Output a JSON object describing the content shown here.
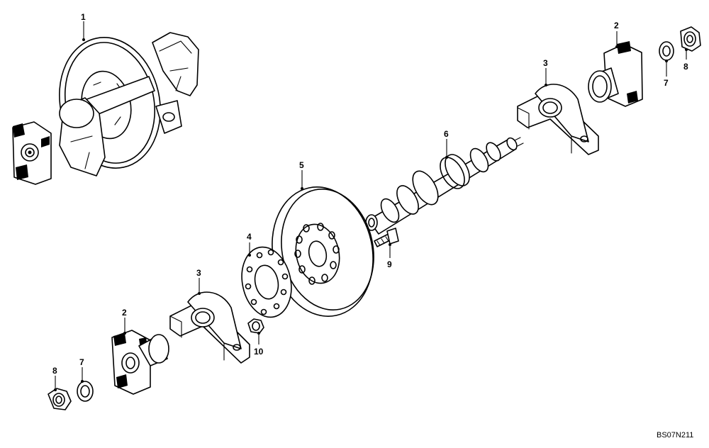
{
  "diagram": {
    "callouts": {
      "c1": "1",
      "c2_top": "2",
      "c2_bottom": "2",
      "c3_top": "3",
      "c3_bottom": "3",
      "c4": "4",
      "c5": "5",
      "c6": "6",
      "c7_top": "7",
      "c7_bottom": "7",
      "c8_top": "8",
      "c8_bottom": "8",
      "c9": "9",
      "c10": "10"
    },
    "drawing_code": "BS07N211"
  }
}
